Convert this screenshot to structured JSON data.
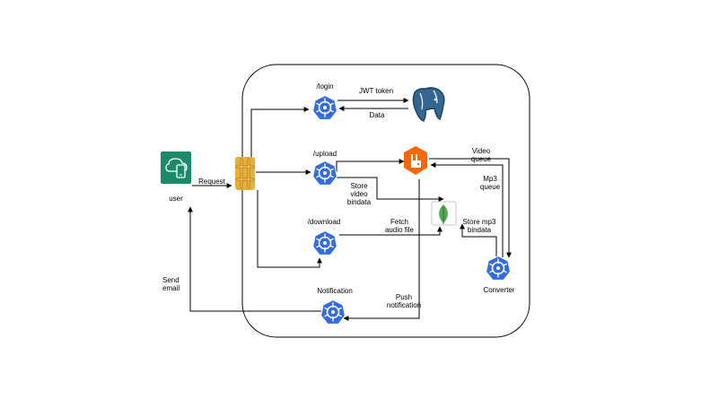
{
  "nodes": {
    "user": "user",
    "login": "/login",
    "upload": "/upload",
    "download": "/download",
    "notification": "Notification",
    "converter": "Converter"
  },
  "edges": {
    "request": "Request",
    "jwt_token": "JWT token",
    "data": "Data",
    "video_queue": "Video\nqueue",
    "mp3_queue": "Mp3\nqueue",
    "store_video": "Store\nvideo\nbindata",
    "store_mp3": "Store mp3\nbindata",
    "fetch_audio": "Fetch\naudio file",
    "push_notification": "Push\nnotification",
    "send_email": "Send\nemail"
  },
  "icons": {
    "user": "user-app-icon",
    "gateway": "api-gateway-icon",
    "service": "kubernetes-service-icon",
    "postgres": "postgresql-elephant-icon",
    "rabbitmq": "rabbitmq-icon",
    "mongodb": "mongodb-leaf-icon"
  },
  "colors": {
    "k8s": "#326ce5",
    "gateway": "#e7b03a",
    "rabbitmq": "#ff6600",
    "postgres": "#336791",
    "mongodb": "#4fa94d",
    "user": "#1b8a6b",
    "line": "#000000"
  }
}
